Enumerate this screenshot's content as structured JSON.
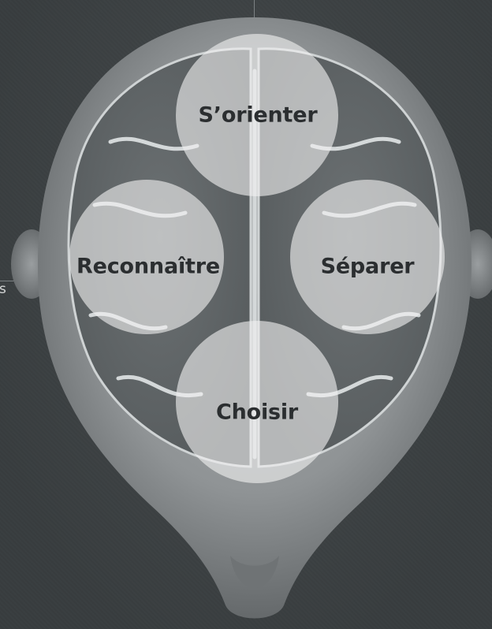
{
  "diagram": {
    "edge_text": "s",
    "zones": [
      {
        "id": "top",
        "label": "S’orienter"
      },
      {
        "id": "left",
        "label": "Reconnaître"
      },
      {
        "id": "right",
        "label": "Séparer"
      },
      {
        "id": "bottom",
        "label": "Choisir"
      }
    ]
  },
  "colors": {
    "background": "#3d4244",
    "head": "#8d9193",
    "brain": "#5f6466",
    "label": "#2b2e30"
  }
}
